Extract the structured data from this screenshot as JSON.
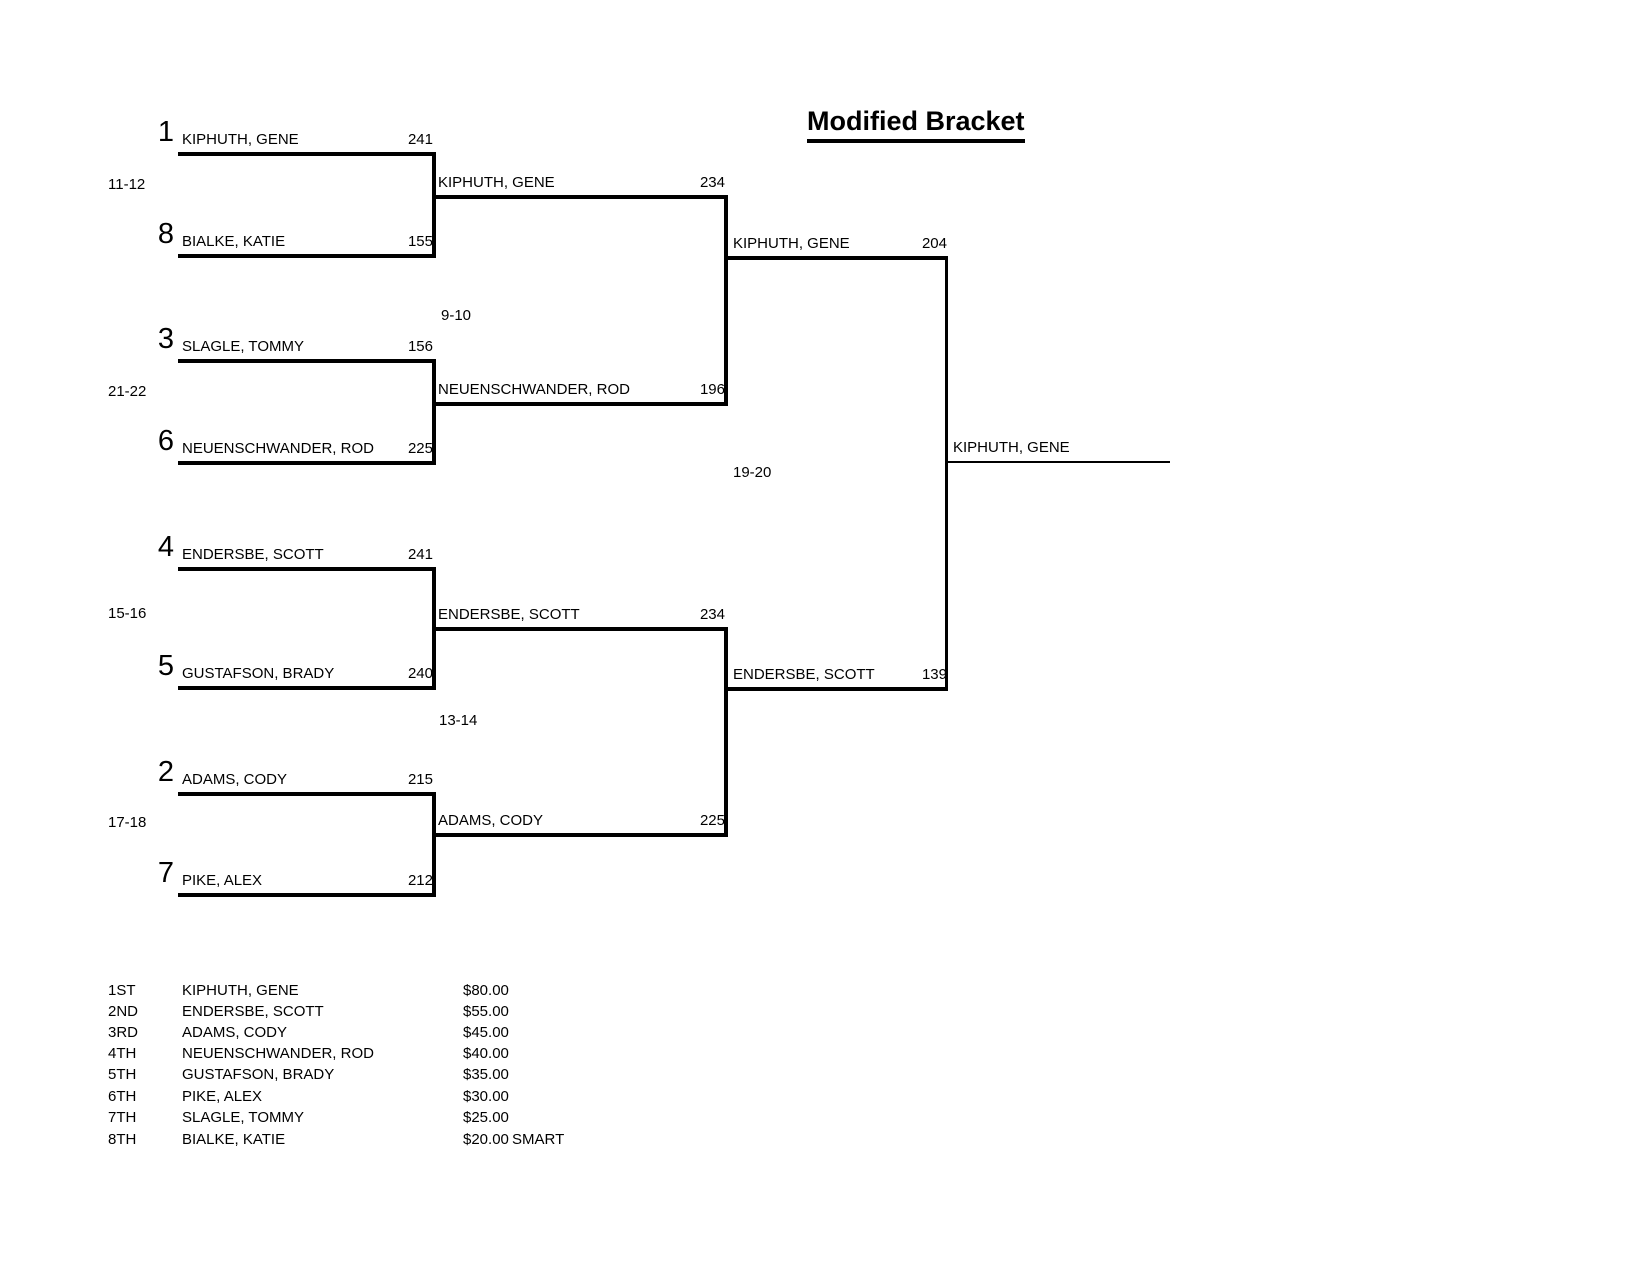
{
  "title": "Modified Bracket",
  "bracket": {
    "round1": [
      {
        "seed": "1",
        "name": "KIPHUTH, GENE",
        "score": "241"
      },
      {
        "seed": "8",
        "name": "BIALKE, KATIE",
        "score": "155"
      },
      {
        "seed": "3",
        "name": "SLAGLE, TOMMY",
        "score": "156"
      },
      {
        "seed": "6",
        "name": "NEUENSCHWANDER, ROD",
        "score": "225"
      },
      {
        "seed": "4",
        "name": "ENDERSBE, SCOTT",
        "score": "241"
      },
      {
        "seed": "5",
        "name": "GUSTAFSON, BRADY",
        "score": "240"
      },
      {
        "seed": "2",
        "name": "ADAMS, CODY",
        "score": "215"
      },
      {
        "seed": "7",
        "name": "PIKE, ALEX",
        "score": "212"
      }
    ],
    "round2": [
      {
        "name": "KIPHUTH, GENE",
        "score": "234"
      },
      {
        "name": "NEUENSCHWANDER, ROD",
        "score": "196"
      },
      {
        "name": "ENDERSBE, SCOTT",
        "score": "234"
      },
      {
        "name": "ADAMS, CODY",
        "score": "225"
      }
    ],
    "round3": [
      {
        "name": "KIPHUTH, GENE",
        "score": "204"
      },
      {
        "name": "ENDERSBE, SCOTT",
        "score": "139"
      }
    ],
    "champion": {
      "name": "KIPHUTH, GENE"
    },
    "labels": {
      "left": [
        "11-12",
        "21-22",
        "15-16",
        "17-18"
      ],
      "mid": [
        "9-10",
        "13-14"
      ],
      "right": [
        "19-20"
      ]
    }
  },
  "standings": {
    "rows": [
      {
        "place": "1ST",
        "name": "KIPHUTH, GENE",
        "prize": "$80.00",
        "note": ""
      },
      {
        "place": "2ND",
        "name": "ENDERSBE, SCOTT",
        "prize": "$55.00",
        "note": ""
      },
      {
        "place": "3RD",
        "name": "ADAMS, CODY",
        "prize": "$45.00",
        "note": ""
      },
      {
        "place": "4TH",
        "name": "NEUENSCHWANDER, ROD",
        "prize": "$40.00",
        "note": ""
      },
      {
        "place": "5TH",
        "name": "GUSTAFSON, BRADY",
        "prize": "$35.00",
        "note": ""
      },
      {
        "place": "6TH",
        "name": "PIKE, ALEX",
        "prize": "$30.00",
        "note": ""
      },
      {
        "place": "7TH",
        "name": "SLAGLE, TOMMY",
        "prize": "$25.00",
        "note": ""
      },
      {
        "place": "8TH",
        "name": "BIALKE, KATIE",
        "prize": "$20.00",
        "note": "SMART"
      }
    ]
  }
}
